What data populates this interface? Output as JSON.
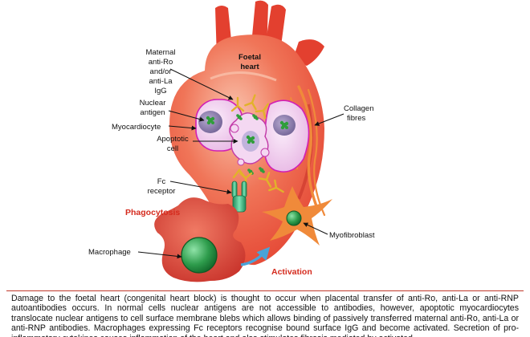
{
  "labels": {
    "foetal_heart_l1": "Foetal",
    "foetal_heart_l2": "heart",
    "maternal_l1": "Maternal",
    "maternal_l2": "anti-Ro",
    "maternal_l3": "and/or",
    "maternal_l4": "anti-La",
    "maternal_l5": "IgG",
    "nuclear_l1": "Nuclear",
    "nuclear_l2": "antigen",
    "myocardiocyte": "Myocardiocyte",
    "apoptotic_l1": "Apoptotic",
    "apoptotic_l2": "cell",
    "collagen_l1": "Collagen",
    "collagen_l2": "fibres",
    "fc_l1": "Fc",
    "fc_l2": "receptor",
    "phagocytosis": "Phagocytosis",
    "macrophage": "Macrophage",
    "myofibroblast": "Myofibroblast",
    "activation": "Activation"
  },
  "caption": "Damage to the foetal heart (congenital heart block) is thought to occur when placental transfer of anti-Ro, anti-La or anti-RNP autoantibodies occurs. In normal cells nuclear antigens are not accessible to antibodies, however, apoptotic myocardiocytes translocate nuclear antigens to cell surface membrane blebs which allows binding of passively transferred maternal anti-Ro, anti-La or anti-RNP antibodies. Macrophages expressing Fc receptors recognise bound surface IgG and become activated. Secretion of pro-inflammatory cytokines causes inflammation of the heart and also stimulates fibrosis mediated by activated",
  "colors": {
    "heart": "#e84a3c",
    "heart_light": "#f6a98e",
    "cell_fill": "#f2d2ee",
    "cell_border": "#d21fb4",
    "nucleus": "#8a7aa8",
    "antigen": "#2f9e3a",
    "antibody": "#e2b22a",
    "receptor": "#2fb37a",
    "macrophage": "#d9453a",
    "myofibroblast": "#f08a3a",
    "accent_text": "#d52b1e",
    "arrow": "#4aa3d8"
  },
  "icons": [
    "antibody-icon",
    "nuclear-antigen-icon",
    "fc-receptor-icon",
    "activation-arrow-icon"
  ]
}
